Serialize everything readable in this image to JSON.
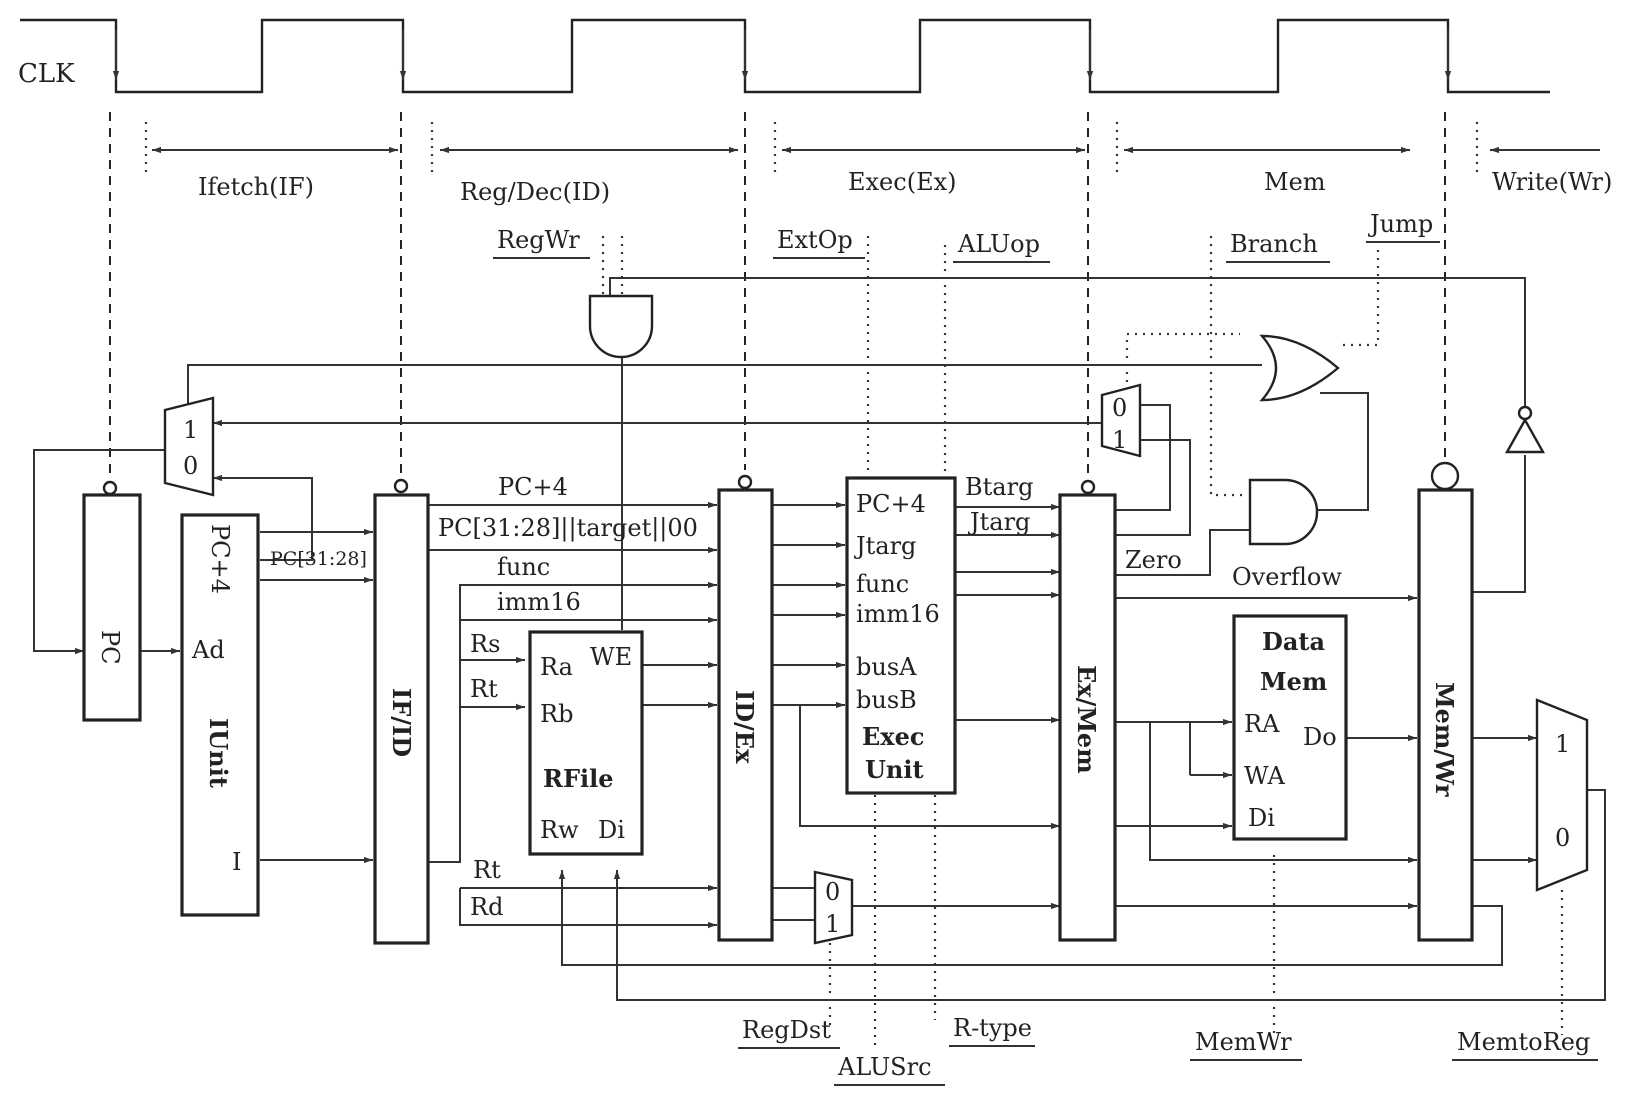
{
  "clock": {
    "label": "CLK"
  },
  "stages": {
    "ifetch": "Ifetch(IF)",
    "regdec": "Reg/Dec(ID)",
    "exec": "Exec(Ex)",
    "mem": "Mem",
    "write": "Write(Wr)"
  },
  "controls": {
    "regwr": "RegWr",
    "extop": "ExtOp",
    "aluop": "ALUop",
    "branch": "Branch",
    "jump": "Jump",
    "regdst": "RegDst",
    "alusrc": "ALUSrc",
    "rtype": "R-type",
    "memwr": "MemWr",
    "memtoreg": "MemtoReg"
  },
  "blocks": {
    "pc": "PC",
    "iunit": {
      "title": "IUnit",
      "pc4": "PC+4",
      "ad": "Ad",
      "i": "I"
    },
    "ifid": "IF/ID",
    "idex": "ID/Ex",
    "exmem": "Ex/Mem",
    "memwr": "Mem/Wr",
    "rfile": {
      "title": "RFile",
      "ra": "Ra",
      "rb": "Rb",
      "we": "WE",
      "rw": "Rw",
      "di": "Di"
    },
    "execunit": {
      "title_line1": "Exec",
      "title_line2": "Unit",
      "pc4": "PC+4",
      "jtarg": "Jtarg",
      "func": "func",
      "imm16": "imm16",
      "busa": "busA",
      "busb": "busB"
    },
    "datamem": {
      "title_line1": "Data",
      "title_line2": "Mem",
      "ra": "RA",
      "wa": "WA",
      "di": "Di",
      "do": "Do"
    }
  },
  "muxes": {
    "pcmux": {
      "top": "1",
      "bottom": "0"
    },
    "branchmux": {
      "top": "0",
      "bottom": "1"
    },
    "regdstmux": {
      "top": "0",
      "bottom": "1"
    },
    "wbmux": {
      "top": "1",
      "bottom": "0"
    }
  },
  "signals": {
    "pc3128_small": "PC[31:28]",
    "pc4": "PC+4",
    "jumptarget": "PC[31:28]||target||00",
    "func": "func",
    "imm16": "imm16",
    "rs": "Rs",
    "rt": "Rt",
    "rt2": "Rt",
    "rd": "Rd",
    "btarg": "Btarg",
    "jtarg": "Jtarg",
    "zero": "Zero",
    "overflow": "Overflow"
  }
}
